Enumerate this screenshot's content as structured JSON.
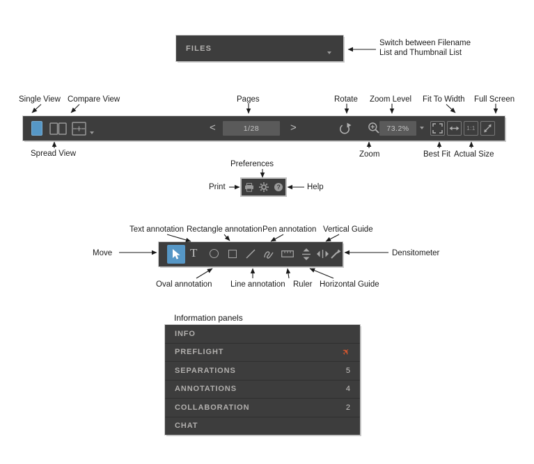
{
  "files_panel": {
    "title": "FILES",
    "callout_line1": "Switch between Filename",
    "callout_line2": "List and Thumbnail List"
  },
  "main_toolbar": {
    "top_labels": {
      "single_view": "Single View",
      "compare_view": "Compare View",
      "pages": "Pages",
      "rotate": "Rotate",
      "zoom_level": "Zoom Level",
      "fit_to_width": "Fit To Width",
      "full_screen": "Full Screen"
    },
    "bottom_labels": {
      "spread_view": "Spread View",
      "zoom": "Zoom",
      "best_fit": "Best Fit",
      "actual_size": "Actual Size"
    },
    "page_indicator": "1/28",
    "zoom_level_value": "73.2%"
  },
  "utility_toolbar": {
    "labels": {
      "print": "Print",
      "preferences": "Preferences",
      "help": "Help"
    }
  },
  "annotation_toolbar": {
    "top_labels": {
      "text": "Text annotation",
      "rectangle": "Rectangle annotation",
      "pen": "Pen annotation",
      "vertical_guide": "Vertical Guide"
    },
    "side_labels": {
      "move": "Move",
      "densitometer": "Densitometer"
    },
    "bottom_labels": {
      "oval": "Oval annotation",
      "line": "Line annotation",
      "ruler": "Ruler",
      "horizontal_guide": "Horizontal Guide"
    }
  },
  "info_panels": {
    "heading": "Information panels",
    "rows": [
      {
        "label": "INFO",
        "value": ""
      },
      {
        "label": "PREFLIGHT",
        "value": ""
      },
      {
        "label": "SEPARATIONS",
        "value": "5"
      },
      {
        "label": "ANNOTATIONS",
        "value": "4"
      },
      {
        "label": "COLLABORATION",
        "value": "2"
      },
      {
        "label": "CHAT",
        "value": ""
      }
    ]
  },
  "icons": {
    "text_tool": "T",
    "prev_page": "<",
    "next_page": ">",
    "actual_size": "1:1",
    "help": "?",
    "preflight_plane": "✈"
  },
  "colors": {
    "toolbar_bg": "#3d3d3d",
    "field_bg": "#5a5a5a",
    "accent_blue": "#5697c6",
    "preflight_orange": "#e0592e",
    "light_text": "#c2c2c2"
  }
}
